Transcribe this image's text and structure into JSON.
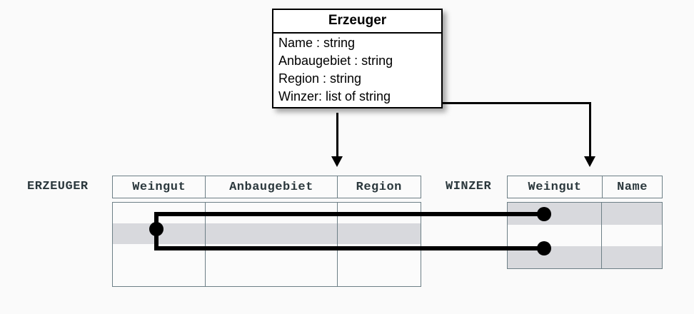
{
  "uml": {
    "title": "Erzeuger",
    "attributes": [
      "Name : string",
      "Anbaugebiet : string",
      "Region : string",
      "Winzer: list of string"
    ]
  },
  "tables": [
    {
      "name": "ERZEUGER",
      "columns": [
        "Weingut",
        "Anbaugebiet",
        "Region"
      ],
      "row_count": 4,
      "shaded_rows": [
        1
      ]
    },
    {
      "name": "WINZER",
      "columns": [
        "Weingut",
        "Name"
      ],
      "row_count": 3,
      "shaded_rows": [
        0,
        2
      ]
    }
  ],
  "colors": {
    "background": "#fafafa",
    "table_border": "#6d7f86",
    "row_shade": "#d8d9dd",
    "connector": "#000000",
    "text": "#2b383d"
  }
}
